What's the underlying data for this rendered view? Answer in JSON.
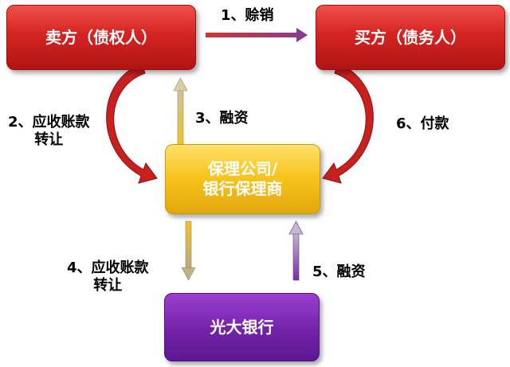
{
  "nodes": {
    "seller": "卖方（债权人）",
    "buyer": "买方（债务人）",
    "factor_line1": "保理公司/",
    "factor_line2": "银行保理商",
    "bank": "光大银行"
  },
  "edges": {
    "e1": "1、赊销",
    "e2_line1": "2、应收账款",
    "e2_line2": "转让",
    "e3": "3、融资",
    "e4_line1": "4、应收账款",
    "e4_line2": "转让",
    "e5": "5、融资",
    "e6": "6、付款"
  },
  "colors": {
    "red": "#d42422",
    "gold": "#f7c21c",
    "purple": "#7222a8"
  }
}
